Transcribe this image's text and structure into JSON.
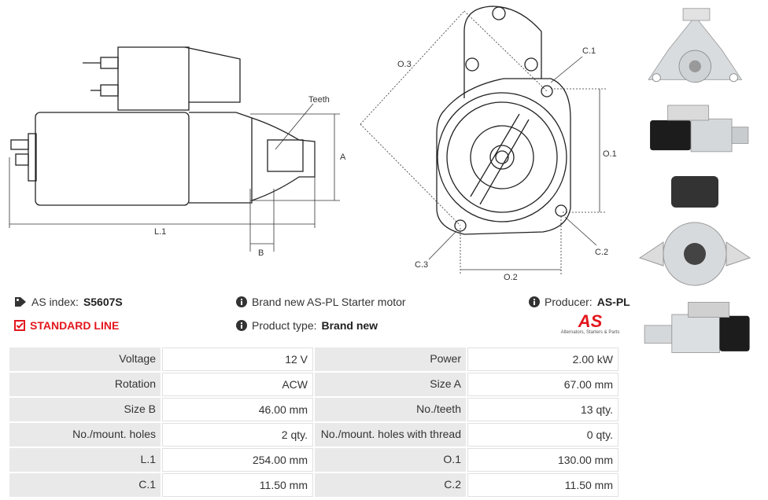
{
  "diagram": {
    "labels": {
      "teeth": "Teeth",
      "a": "A",
      "l1": "L.1",
      "b": "B",
      "o3": "O.3",
      "c1": "C.1",
      "o1": "O.1",
      "c2": "C.2",
      "c3": "C.3",
      "o2": "O.2"
    }
  },
  "info": {
    "as_index_label": "AS index:",
    "as_index_value": "S5607S",
    "line_label": "STANDARD LINE",
    "description": "Brand new AS-PL Starter motor",
    "product_type_label": "Product type:",
    "product_type_value": "Brand new",
    "producer_label": "Producer:",
    "producer_value": "AS-PL",
    "logo_text": "AS",
    "logo_tagline": "Alternators, Starters & Parts"
  },
  "specs": [
    {
      "l1": "Voltage",
      "v1": "12 V",
      "l2": "Power",
      "v2": "2.00 kW"
    },
    {
      "l1": "Rotation",
      "v1": "ACW",
      "l2": "Size A",
      "v2": "67.00 mm"
    },
    {
      "l1": "Size B",
      "v1": "46.00 mm",
      "l2": "No./teeth",
      "v2": "13 qty."
    },
    {
      "l1": "No./mount. holes",
      "v1": "2 qty.",
      "l2": "No./mount. holes with thread",
      "v2": "0 qty."
    },
    {
      "l1": "L.1",
      "v1": "254.00 mm",
      "l2": "O.1",
      "v2": "130.00 mm"
    },
    {
      "l1": "C.1",
      "v1": "11.50 mm",
      "l2": "C.2",
      "v2": "11.50 mm"
    }
  ],
  "colors": {
    "accent": "#e3161c",
    "cell_bg": "#e9e9e9"
  }
}
